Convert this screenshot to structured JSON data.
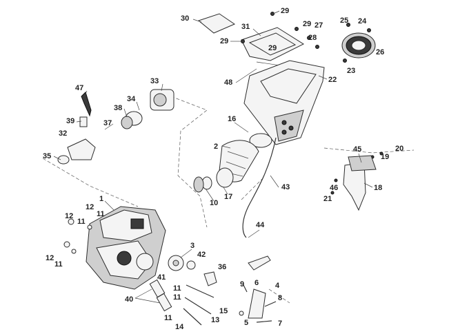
{
  "callouts": [
    "1",
    "2",
    "3",
    "4",
    "5",
    "6",
    "7",
    "8",
    "9",
    "10",
    "11",
    "12",
    "13",
    "14",
    "15",
    "16",
    "17",
    "18",
    "19",
    "20",
    "21",
    "22",
    "23",
    "24",
    "25",
    "26",
    "27",
    "28",
    "29",
    "30",
    "31",
    "32",
    "33",
    "34",
    "35",
    "36",
    "37",
    "38",
    "39",
    "40",
    "41",
    "42",
    "43",
    "44",
    "45",
    "46",
    "47",
    "48"
  ]
}
